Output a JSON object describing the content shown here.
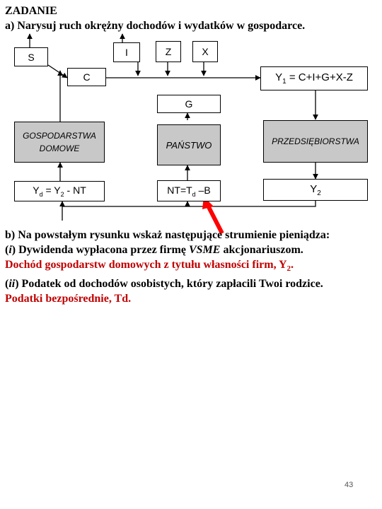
{
  "header": {
    "title": "ZADANIE",
    "task_a": "a) Narysuj ruch okrężny dochodów i wydatków w gospodarce."
  },
  "diagram": {
    "s_label": "S",
    "i_label": "I",
    "z_label": "Z",
    "x_label": "X",
    "c_label": "C",
    "y1_base": "Y",
    "y1_sub": "1",
    "y1_rest": " = C+I+G+X-Z",
    "g_label": "G",
    "households": "GOSPODARSTWA DOMOWE",
    "state": "PAŃSTWO",
    "firms": "PRZEDSIĘBIORSTWA",
    "yd_a": "Y",
    "yd_sub": "d",
    "yd_b": " = Y",
    "yd_sub2": "2",
    "yd_c": " - NT",
    "nt_a": "NT=T",
    "nt_sub": "d",
    "nt_b": " –B",
    "y2_base": "Y",
    "y2_sub": "2",
    "pointer_color": "#ff0000"
  },
  "answer": {
    "task_b": "b) Na powstałym rysunku wskaż następujące strumienie pieniądza:",
    "item1_open": "(",
    "item1_num": "i",
    "item1_close": ")",
    "item1_text": " Dywidenda wypłacona przez firmę ",
    "item1_firm": "VSME",
    "item1_tail": " akcjonariuszom.",
    "ans1_text": "Dochód gospodarstw domowych z tytułu własności firm, Y",
    "ans1_sub": "2",
    "ans1_end": ".",
    "item2_open": "(",
    "item2_num": "ii",
    "item2_close": ")",
    "item2_text": " Podatek od dochodów osobistych, który zapłacili Twoi rodzice.",
    "ans2_text": "Podatki bezpośrednie, Td."
  },
  "footer": {
    "page_number": "43"
  },
  "colors": {
    "answer_red": "#c00000",
    "box_gray": "#c8c8c8",
    "arrow_red": "#ff0000"
  }
}
